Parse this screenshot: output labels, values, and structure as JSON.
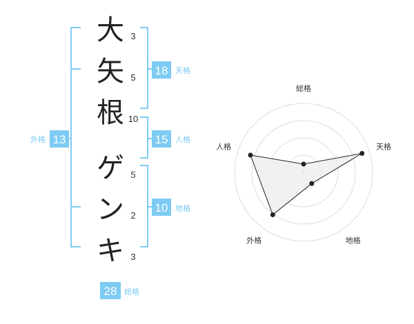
{
  "colors": {
    "accent": "#7ecbf3",
    "badge_text": "#ffffff",
    "char": "#222222",
    "grid": "#dddddd",
    "radar_fill": "#eeeeee",
    "radar_line": "#222222"
  },
  "name": {
    "surname": [
      {
        "char": "大",
        "strokes": "3"
      },
      {
        "char": "矢",
        "strokes": "5"
      },
      {
        "char": "根",
        "strokes": "10"
      }
    ],
    "given": [
      {
        "char": "ゲ",
        "strokes": "5"
      },
      {
        "char": "ン",
        "strokes": "2"
      },
      {
        "char": "キ",
        "strokes": "3"
      }
    ]
  },
  "fortunes": {
    "tenkaku": {
      "value": "18",
      "label": "天格"
    },
    "jinkaku": {
      "value": "15",
      "label": "人格"
    },
    "chikaku": {
      "value": "10",
      "label": "地格"
    },
    "gaikaku": {
      "value": "13",
      "label": "外格"
    },
    "soukaku": {
      "value": "28",
      "label": "総格"
    }
  },
  "chart_data": {
    "type": "radar",
    "axes": [
      "総格",
      "天格",
      "地格",
      "外格",
      "人格"
    ],
    "values": [
      0.12,
      0.89,
      0.2,
      0.76,
      0.81
    ],
    "rings": 4,
    "range": [
      0,
      1
    ],
    "grid": true
  }
}
